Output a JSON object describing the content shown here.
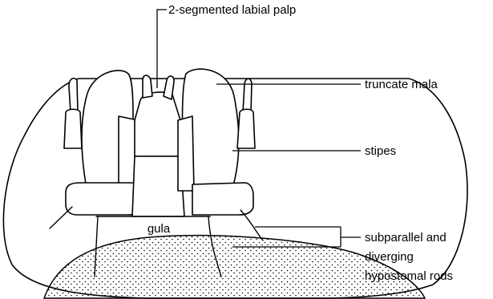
{
  "labels": {
    "labial_palp": "2-segmented labial palp",
    "mala": "truncate mala",
    "stipes": "stipes",
    "gula": "gula",
    "hypostomal_line1": "subparallel and",
    "hypostomal_line2": "diverging",
    "hypostomal_line3": "hypostomal rods"
  },
  "colors": {
    "ink": "#000000",
    "paper": "#ffffff"
  }
}
